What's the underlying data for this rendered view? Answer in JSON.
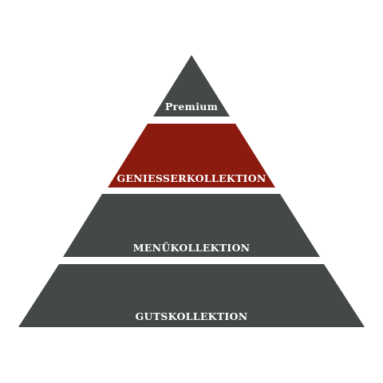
{
  "tiers": [
    {
      "label": "Premium",
      "color": "#444849"
    },
    {
      "label": "GENIESSERKOLLEKTION",
      "color": "#8b1a0f"
    },
    {
      "label": "MENÜKOLLEKTION",
      "color": "#444849"
    },
    {
      "label": "GUTSKOLLEKTION",
      "color": "#444849"
    }
  ]
}
